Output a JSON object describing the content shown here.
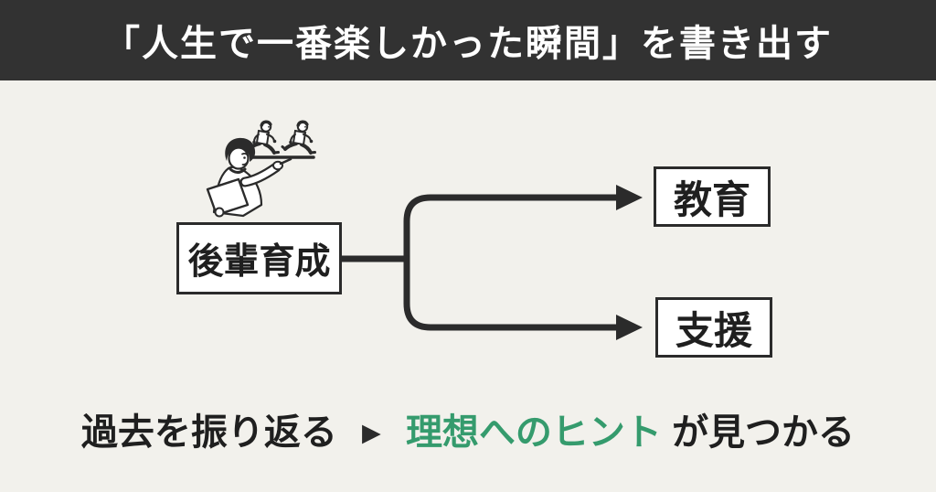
{
  "colors": {
    "header_bg": "#323232",
    "header_text": "#ffffff",
    "stage_bg": "#f2f1ec",
    "ink": "#2b2b2b",
    "text": "#1f1f1f",
    "box_bg": "#ffffff",
    "accent_green": "#359b6d"
  },
  "header": {
    "title": "「人生で一番楽しかった瞬間」を書き出す"
  },
  "diagram": {
    "root": {
      "label": "後輩育成"
    },
    "branches": [
      {
        "label": "教育"
      },
      {
        "label": "支援"
      }
    ],
    "illustration": "mentor-pointing-at-two-runners"
  },
  "caption": {
    "prefix": "過去を振り返る",
    "arrow": "▶",
    "highlight": "理想へのヒント",
    "suffix": "が見つかる"
  }
}
